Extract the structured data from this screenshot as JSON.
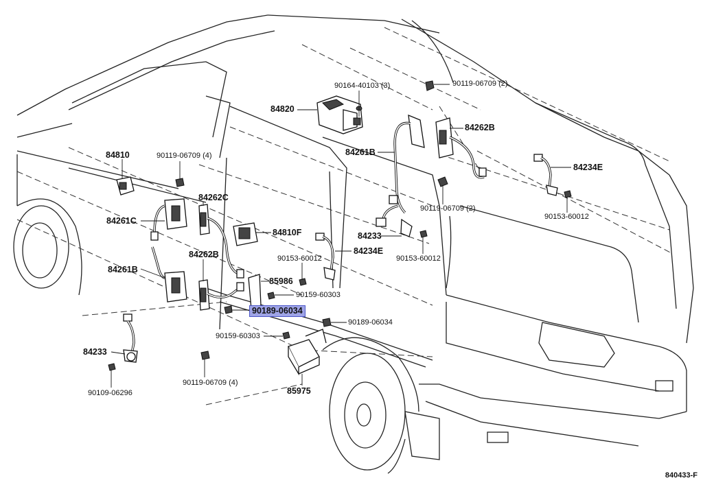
{
  "diagram_id": "840433-F",
  "parts": [
    {
      "id": "p84820",
      "text": "84820",
      "big": true,
      "highlight": false
    },
    {
      "id": "p90164",
      "text": "90164-40103 (3)",
      "big": false,
      "highlight": false
    },
    {
      "id": "p90119a",
      "text": "90119-06709 (2)",
      "big": false,
      "highlight": false
    },
    {
      "id": "p84262B_top",
      "text": "84262B",
      "big": true,
      "highlight": false
    },
    {
      "id": "p84261B_top",
      "text": "84261B",
      "big": true,
      "highlight": false
    },
    {
      "id": "p84234E_r",
      "text": "84234E",
      "big": true,
      "highlight": false
    },
    {
      "id": "p84810",
      "text": "84810",
      "big": true,
      "highlight": false
    },
    {
      "id": "p90119b",
      "text": "90119-06709 (4)",
      "big": false,
      "highlight": false
    },
    {
      "id": "p84262C",
      "text": "84262C",
      "big": true,
      "highlight": false
    },
    {
      "id": "p84261C",
      "text": "84261C",
      "big": true,
      "highlight": false
    },
    {
      "id": "p84810F",
      "text": "84810F",
      "big": true,
      "highlight": false
    },
    {
      "id": "p90119c",
      "text": "90119-06709 (2)",
      "big": false,
      "highlight": false
    },
    {
      "id": "p90153a",
      "text": "90153-60012",
      "big": false,
      "highlight": false
    },
    {
      "id": "p84233_top",
      "text": "84233",
      "big": true,
      "highlight": false
    },
    {
      "id": "p84234E_c",
      "text": "84234E",
      "big": true,
      "highlight": false
    },
    {
      "id": "p90153b",
      "text": "90153-60012",
      "big": false,
      "highlight": false
    },
    {
      "id": "p90153c",
      "text": "90153-60012",
      "big": false,
      "highlight": false
    },
    {
      "id": "p84262B_l",
      "text": "84262B",
      "big": true,
      "highlight": false
    },
    {
      "id": "p84261B_l",
      "text": "84261B",
      "big": true,
      "highlight": false
    },
    {
      "id": "p85986",
      "text": "85986",
      "big": true,
      "highlight": false
    },
    {
      "id": "p90159a",
      "text": "90159-60303",
      "big": false,
      "highlight": false
    },
    {
      "id": "p90189a",
      "text": "90189-06034",
      "big": true,
      "highlight": true
    },
    {
      "id": "p90189b",
      "text": "90189-06034",
      "big": false,
      "highlight": false
    },
    {
      "id": "p90159b",
      "text": "90159-60303",
      "big": false,
      "highlight": false
    },
    {
      "id": "p84233_l",
      "text": "84233",
      "big": true,
      "highlight": false
    },
    {
      "id": "p90119d",
      "text": "90119-06709 (4)",
      "big": false,
      "highlight": false
    },
    {
      "id": "p85975",
      "text": "85975",
      "big": true,
      "highlight": false
    },
    {
      "id": "p90109",
      "text": "90109-06296",
      "big": false,
      "highlight": false
    }
  ]
}
